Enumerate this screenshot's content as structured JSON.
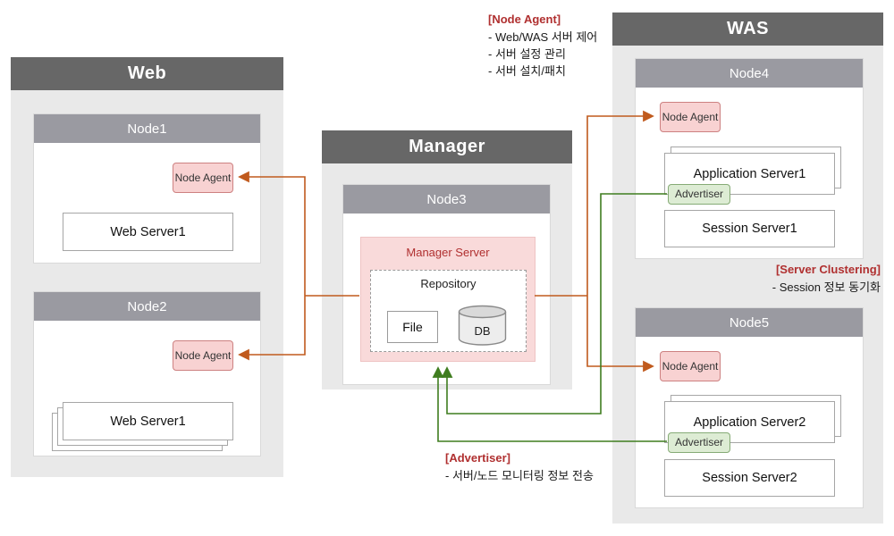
{
  "web": {
    "title": "Web",
    "node1": {
      "title": "Node1",
      "agent": "Node Agent",
      "server": "Web Server1"
    },
    "node2": {
      "title": "Node2",
      "agent": "Node Agent",
      "server": "Web Server1"
    }
  },
  "manager": {
    "title": "Manager",
    "node_title": "Node3",
    "server_title": "Manager Server",
    "repository": "Repository",
    "file": "File",
    "db": "DB"
  },
  "was": {
    "title": "WAS",
    "node4": {
      "title": "Node4",
      "agent": "Node Agent",
      "app_server": "Application Server1",
      "advertiser": "Advertiser",
      "session_server": "Session Server1"
    },
    "node5": {
      "title": "Node5",
      "agent": "Node Agent",
      "app_server": "Application Server2",
      "advertiser": "Advertiser",
      "session_server": "Session Server2"
    }
  },
  "annotations": {
    "node_agent": {
      "title": "[Node Agent]",
      "lines": [
        "- Web/WAS 서버 제어",
        "- 서버 설정 관리",
        "- 서버 설치/패치"
      ]
    },
    "server_clustering": {
      "title": "[Server Clustering]",
      "lines": [
        "- Session 정보 동기화"
      ]
    },
    "advertiser": {
      "title": "[Advertiser]",
      "lines": [
        "- 서버/노드 모니터링 정보 전송"
      ]
    }
  },
  "colors": {
    "accent_orange": "#c05a1d",
    "accent_green": "#3f7d1f",
    "annotation_red": "#b03030",
    "badge_pink_bg": "#f8d2d2",
    "badge_pink_border": "#cd8181",
    "badge_green_bg": "#ddecd4",
    "badge_green_border": "#86ab76",
    "manager_box_bg": "#f9dada",
    "section_header_bg": "#676767",
    "node_header_bg": "#9a9aa1"
  }
}
